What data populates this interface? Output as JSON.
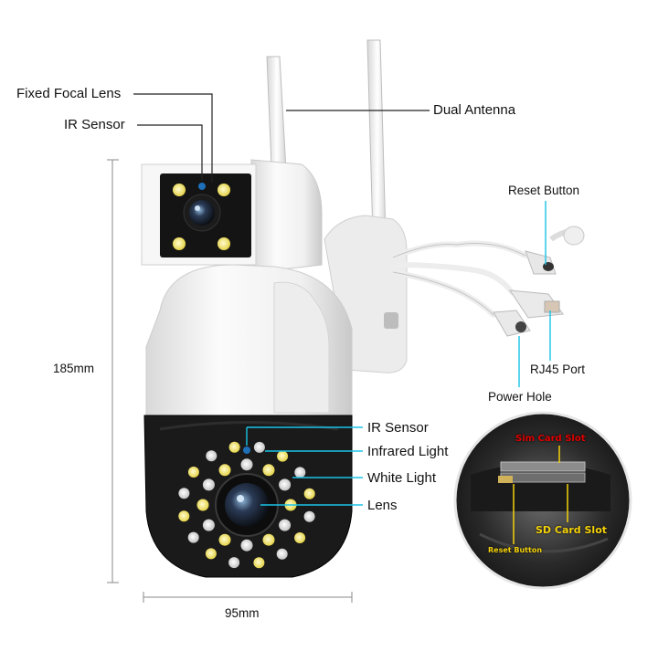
{
  "labels": {
    "fixed_focal_lens": "Fixed Focal Lens",
    "ir_sensor_top": "IR Sensor",
    "dual_antenna": "Dual Antenna",
    "reset_button": "Reset Button",
    "rj45_port": "RJ45 Port",
    "power_hole": "Power Hole",
    "ir_sensor_bottom": "IR Sensor",
    "infrared_light": "Infrared Light",
    "white_light": "White Light",
    "lens": "Lens",
    "height_dim": "185mm",
    "width_dim": "95mm"
  },
  "inset": {
    "sim_card_slot": "Sim Card Slot",
    "sd_card_slot": "SD Card Slot",
    "reset_button": "Reset Button"
  },
  "colors": {
    "leader_line": "#222222",
    "cyan_line": "#19c3e6",
    "yellow_line": "#f5d20a",
    "camera_white": "#f2f2f2",
    "camera_black": "#1a1a1a",
    "ir_dot": "#1d6fb8"
  }
}
